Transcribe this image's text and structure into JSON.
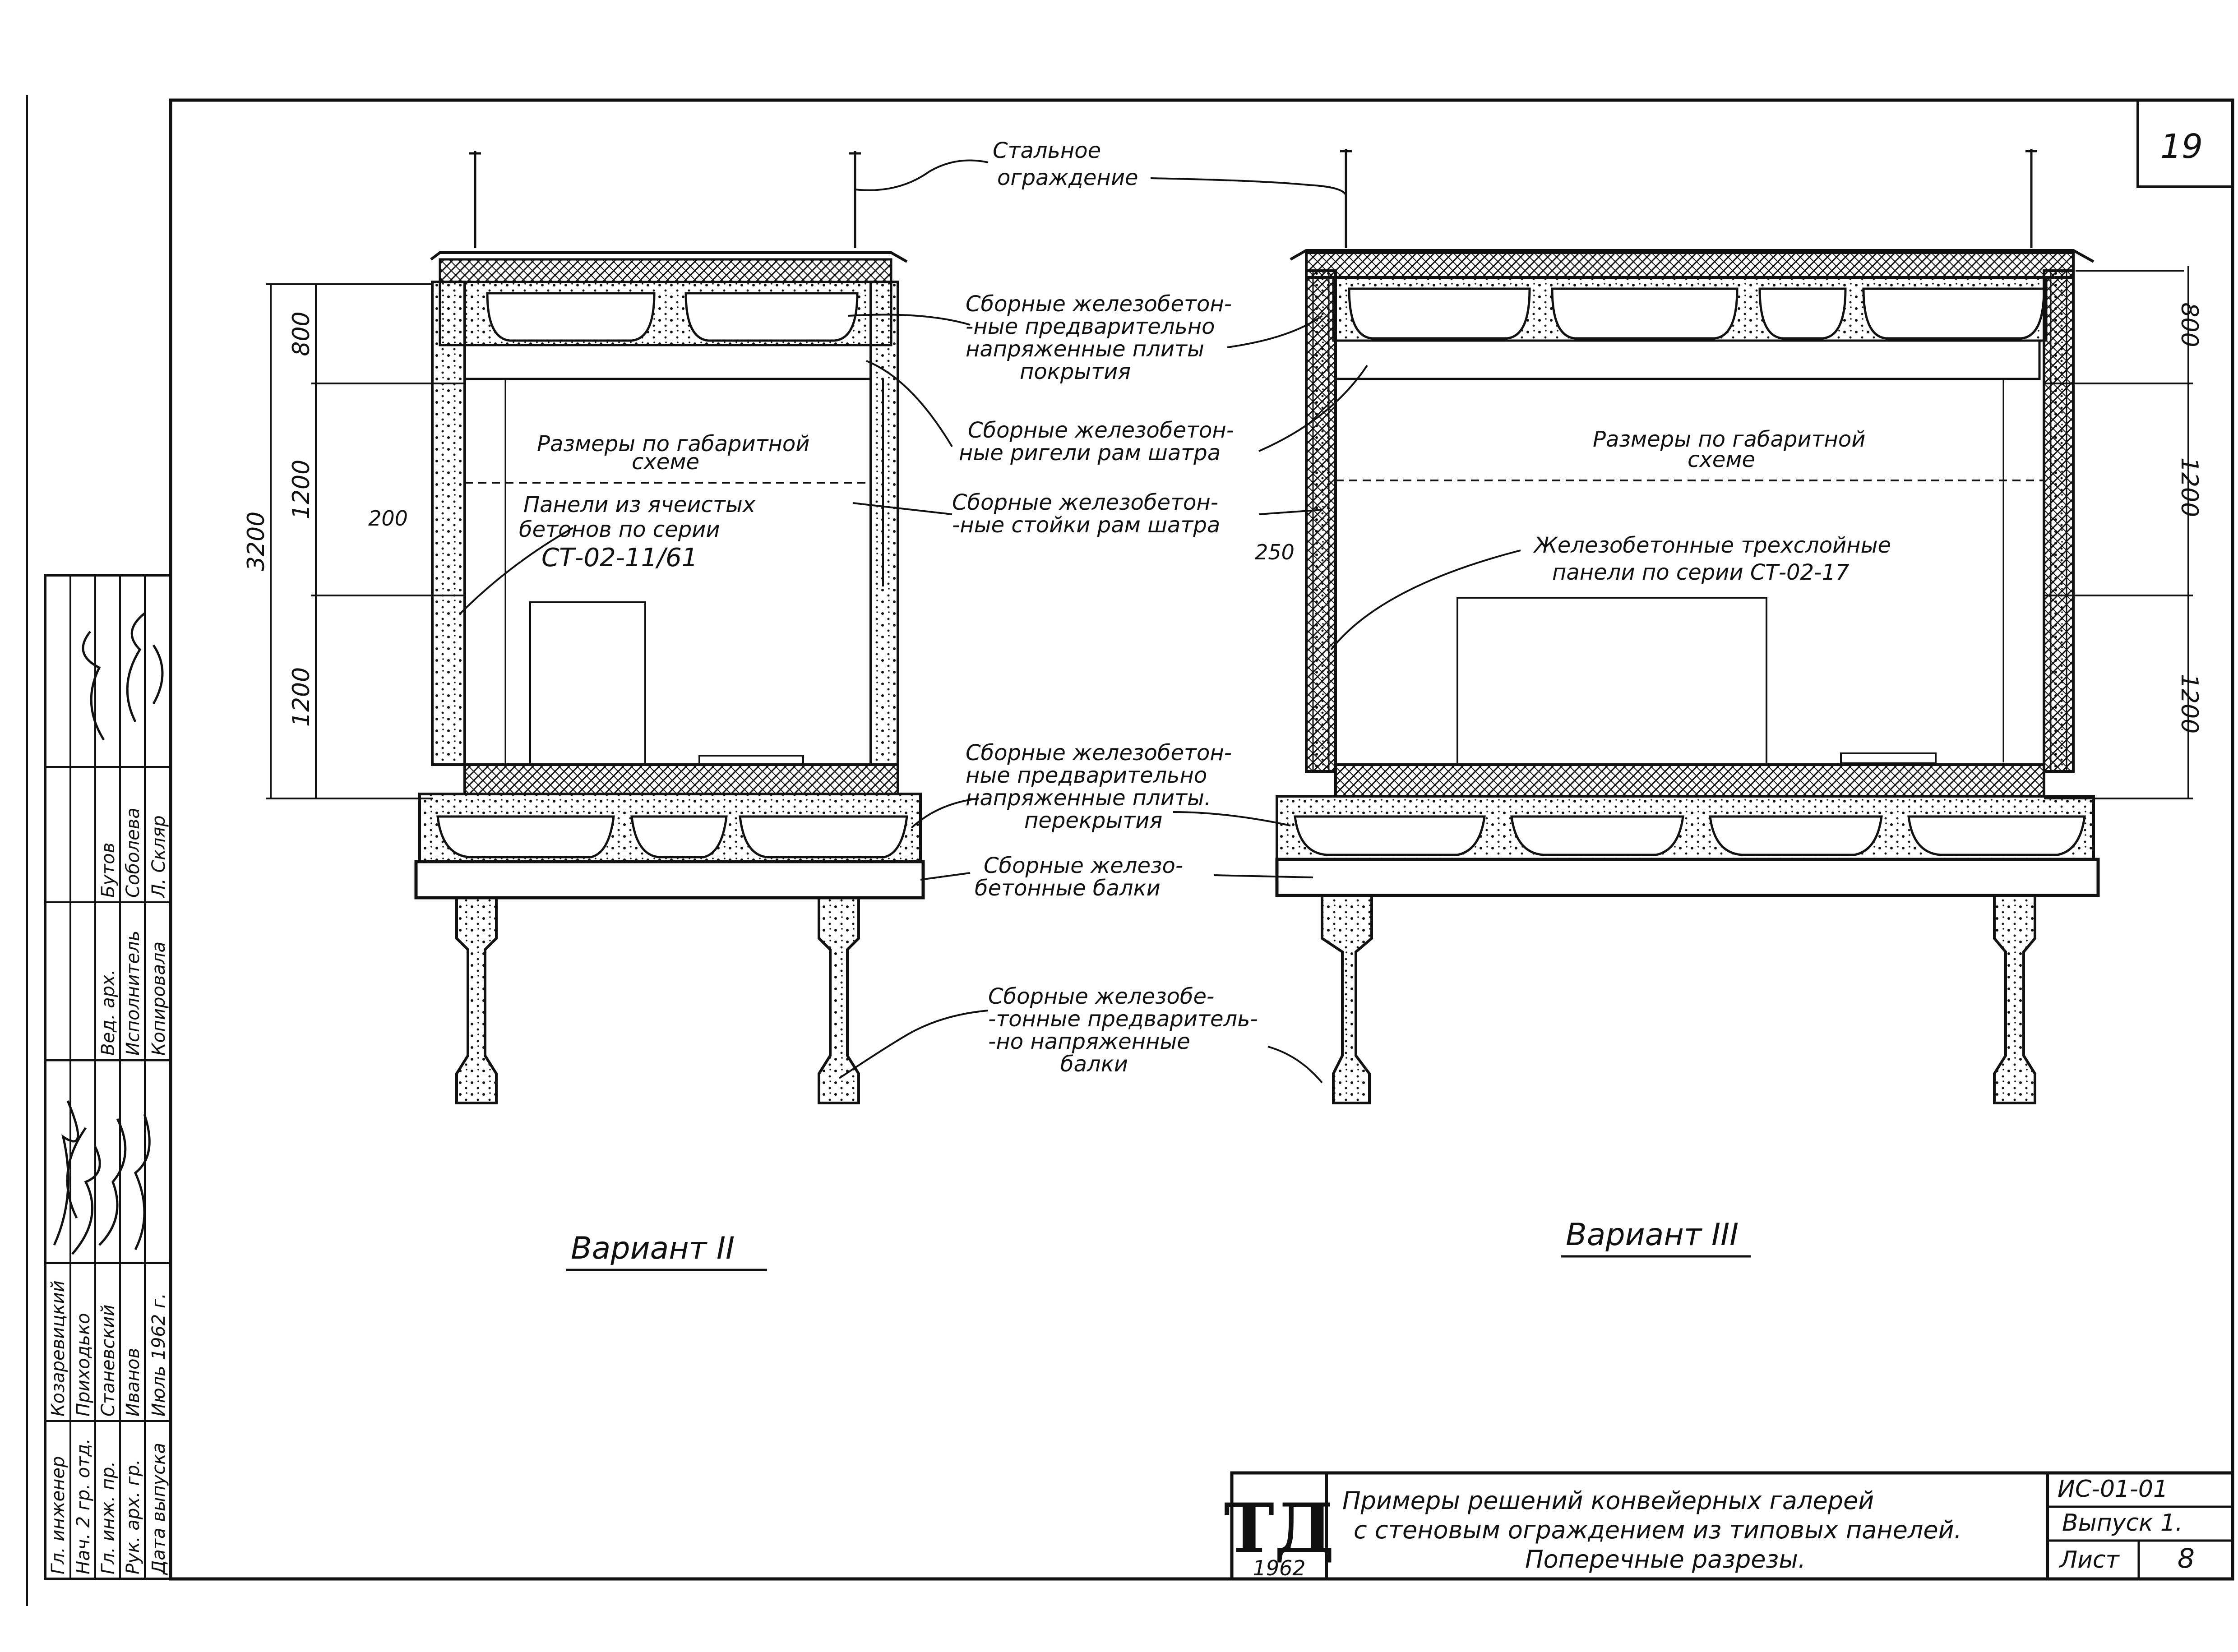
{
  "sheet": {
    "page_number": "19",
    "title_lines": [
      "Примеры решений конвейерных галерей",
      "с стеновым ограждением из типовых панелей.",
      "Поперечные разрезы."
    ],
    "series_code": "ИС-01-01",
    "issue": "Выпуск 1.",
    "sheet_label": "Лист",
    "sheet_number": "8",
    "logo_letters": "ТД",
    "logo_year": "1962"
  },
  "stamp_rows": [
    {
      "role": "Гл. инженер",
      "name": "Козаревицкий"
    },
    {
      "role": "Нач. 2 гр. отд.",
      "name": "Приходько"
    },
    {
      "role": "Гл. инж. пр.",
      "name": "Станевский"
    },
    {
      "role": "Рук. арх. гр.",
      "name": "Иванов"
    },
    {
      "role": "Дата выпуска",
      "name": "Июль 1962 г."
    }
  ],
  "stamp_rows_2": [
    {
      "role": "Вед. арх.",
      "name": "Бутов"
    },
    {
      "role": "Исполнитель",
      "name": "Соболева"
    },
    {
      "role": "Копировала",
      "name": "Л. Скляр"
    }
  ],
  "callouts": {
    "steel_fence": [
      "Стальное",
      "ограждение"
    ],
    "roof_slabs": [
      "Сборные железобетон-",
      "-ные предварительно",
      "напряженные плиты",
      "покрытия"
    ],
    "crossbars": [
      "Сборные железобетон-",
      "ные ригели рам шатра"
    ],
    "posts": [
      "Сборные железобетон-",
      "-ные стойки рам шатра"
    ],
    "floor_slabs": [
      "Сборные железобетон-",
      "ные предварительно",
      "напряженные плиты.",
      "перекрытия"
    ],
    "beams": [
      "Сборные железо-",
      "бетонные балки"
    ],
    "prestressed_beams": [
      "Сборные железобе-",
      "-тонные предваритель-",
      "-но напряженные",
      "балки"
    ],
    "cellular_panels": [
      "Панели из ячеистых",
      "бетонов по серии",
      "СТ-02-11/61"
    ],
    "three_layer_panels": [
      "Железобетонные трехслойные",
      "панели по серии СТ-02-17"
    ],
    "clearance_left": [
      "Размеры по габаритной",
      "схеме"
    ],
    "clearance_right": [
      "Размеры по габаритной",
      "схеме"
    ]
  },
  "variants": {
    "left": "Вариант II",
    "right": "Вариант III"
  },
  "dimensions": {
    "total_left": "3200",
    "upper_left": "800",
    "middle_left": "1200",
    "lower_left": "1200",
    "wall_left": "200",
    "wall_right": "250",
    "upper_right": "800",
    "middle_right": "1200",
    "lower_right": "1200"
  },
  "colors": {
    "ink": "#111111",
    "paper": "#ffffff"
  }
}
